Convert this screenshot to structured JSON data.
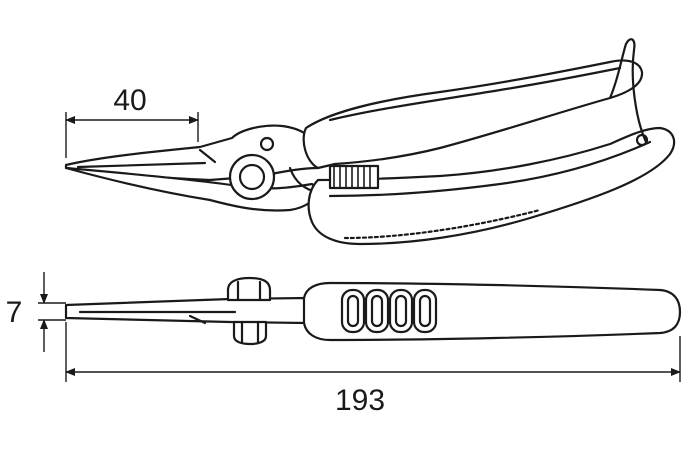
{
  "dimensions": {
    "blade_length": {
      "value": "40"
    },
    "thickness": {
      "value": "7"
    },
    "overall_length": {
      "value": "193"
    }
  },
  "colors": {
    "line": "#1a1a1a",
    "body": "#ffffff"
  }
}
